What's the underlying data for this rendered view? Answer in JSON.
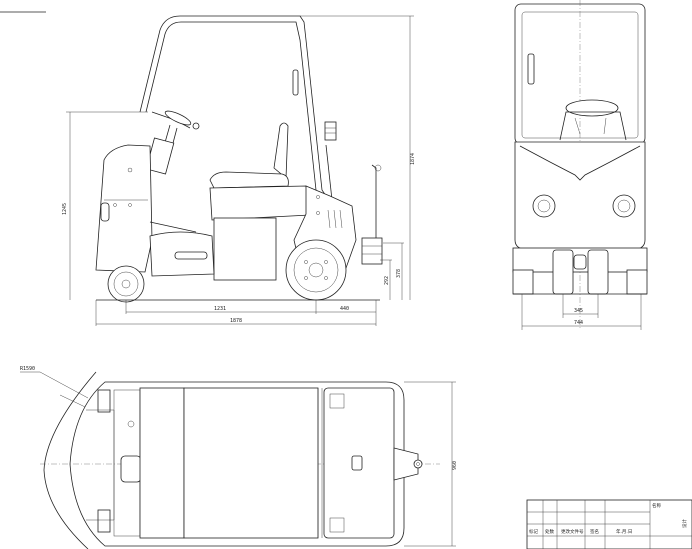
{
  "dimensions": {
    "side_height_total": "1874",
    "side_height_seat": "1245",
    "side_wheelbase": "1231",
    "side_rear_overhang": "440",
    "side_length_total": "1878",
    "side_hitch_height": "292",
    "side_hitch_height_2": "378",
    "front_track": "345",
    "front_width": "744",
    "top_turn_radius": "R1590",
    "top_width": "960"
  },
  "title_block": {
    "name_label": "名称",
    "row_labels": [
      "标记",
      "处数",
      "更改文件号",
      "签名",
      "年.月.日"
    ],
    "side_text": "设计"
  }
}
